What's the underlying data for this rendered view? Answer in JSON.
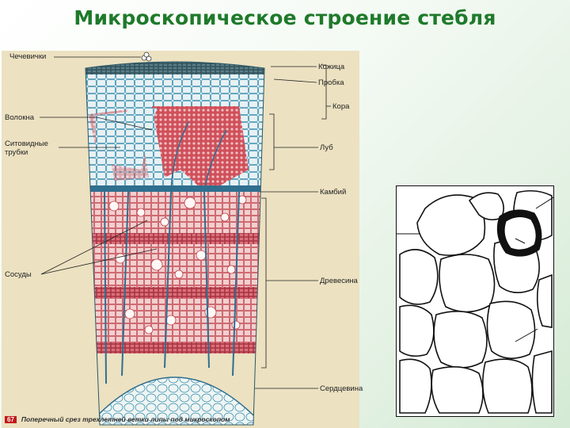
{
  "title": "Микроскопическое строение стебля",
  "labels": {
    "lenticels": "Чечевички",
    "epidermis": "Кожица",
    "cork": "Пробка",
    "bark": "Кора",
    "fibers": "Волокна",
    "sieve_tubes": "Ситовидные трубки",
    "phloem": "Луб",
    "cambium": "Камбий",
    "vessels": "Сосуды",
    "wood": "Древесина",
    "pith": "Сердцевина"
  },
  "caption": {
    "number": "67",
    "text": "Поперечный срез трехлетней ветки липы под микроскопом"
  },
  "colors": {
    "title_green": "#1e7a2a",
    "plate_bg": "#ece1c1",
    "cell_blue": "#3a8fb0",
    "tissue_red": "#c8404a",
    "tissue_pink": "#e9a5a8"
  }
}
